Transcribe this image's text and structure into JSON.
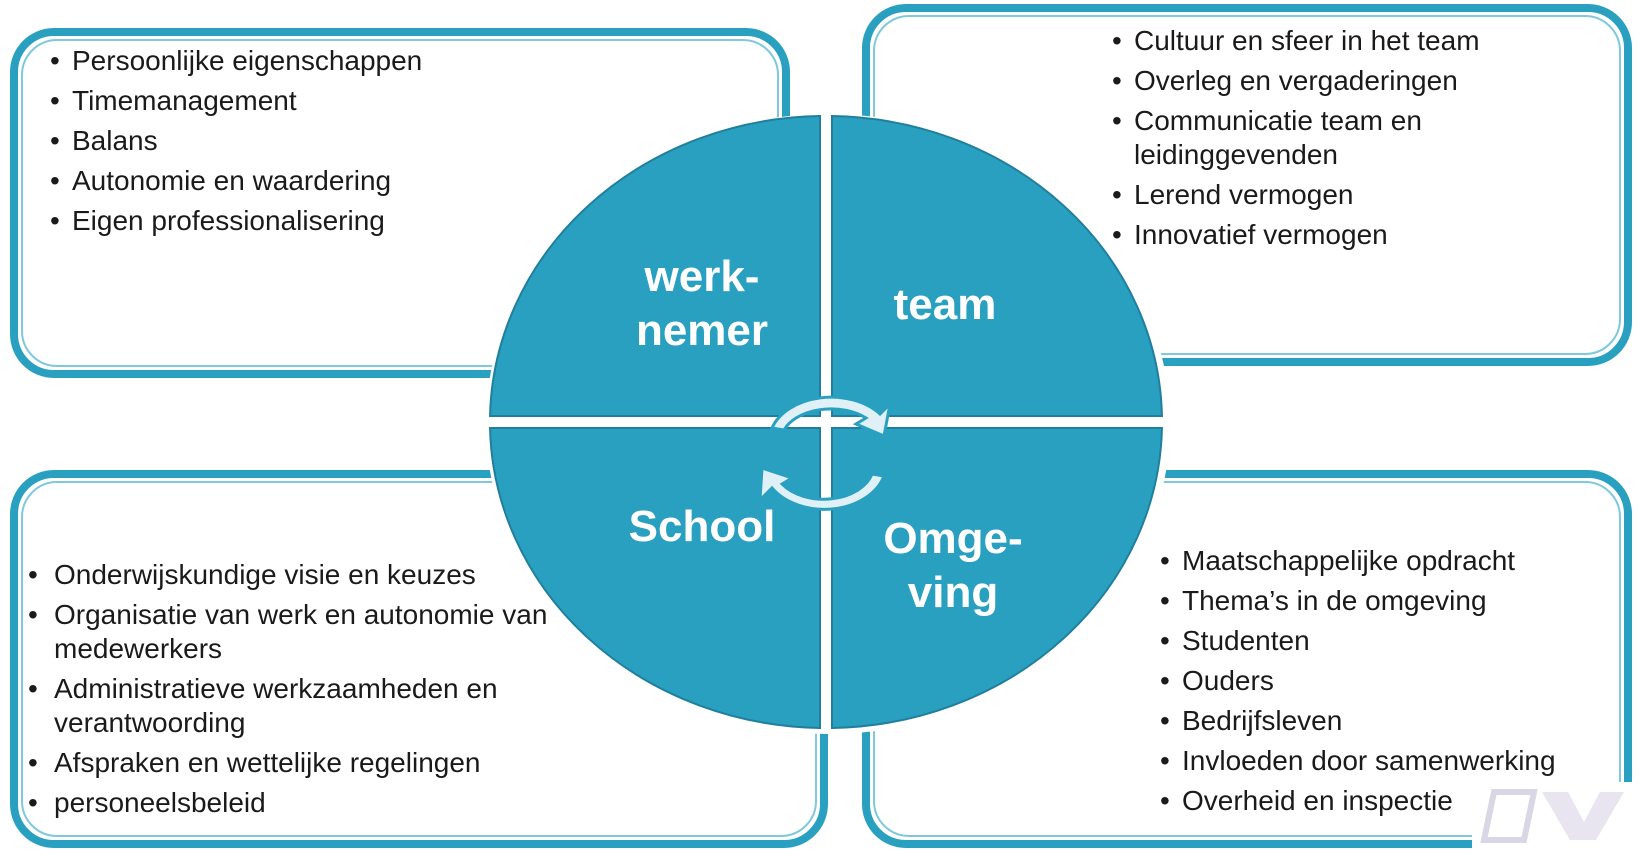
{
  "panels": {
    "top_left": {
      "items": [
        "Persoonlijke eigenschappen",
        "Timemanagement",
        "Balans",
        "Autonomie en waardering",
        "Eigen professionalisering"
      ]
    },
    "top_right": {
      "items": [
        "Cultuur en sfeer in het team",
        "Overleg en vergaderingen",
        "Communicatie team en leidinggevenden",
        "Lerend vermogen",
        "Innovatief vermogen"
      ]
    },
    "bottom_left": {
      "items": [
        "Onderwijskundige visie en keuzes",
        "Organisatie van werk en autonomie van medewerkers",
        "Administratieve werkzaamheden en verantwoording",
        "Afspraken en wettelijke regelingen",
        "personeelsbeleid"
      ]
    },
    "bottom_right": {
      "items": [
        "Maatschappelijke opdracht",
        "Thema’s in de omgeving",
        "Studenten",
        "Ouders",
        "Bedrijfsleven",
        "Invloeden door samenwerking",
        "Overheid en inspectie"
      ]
    }
  },
  "quadrants": {
    "werknemer": [
      "werk-",
      "nemer"
    ],
    "team": [
      "team"
    ],
    "school": [
      "School"
    ],
    "omgeving": [
      "Omge-",
      "ving"
    ]
  },
  "colors": {
    "accent": "#2aa0c1",
    "quadrant_fill": "#2aa0c1",
    "text": "#1a1a1a"
  },
  "icons": {
    "cycle_arrows": "cycle-arrows-icon",
    "logo": "cnv-logo"
  }
}
